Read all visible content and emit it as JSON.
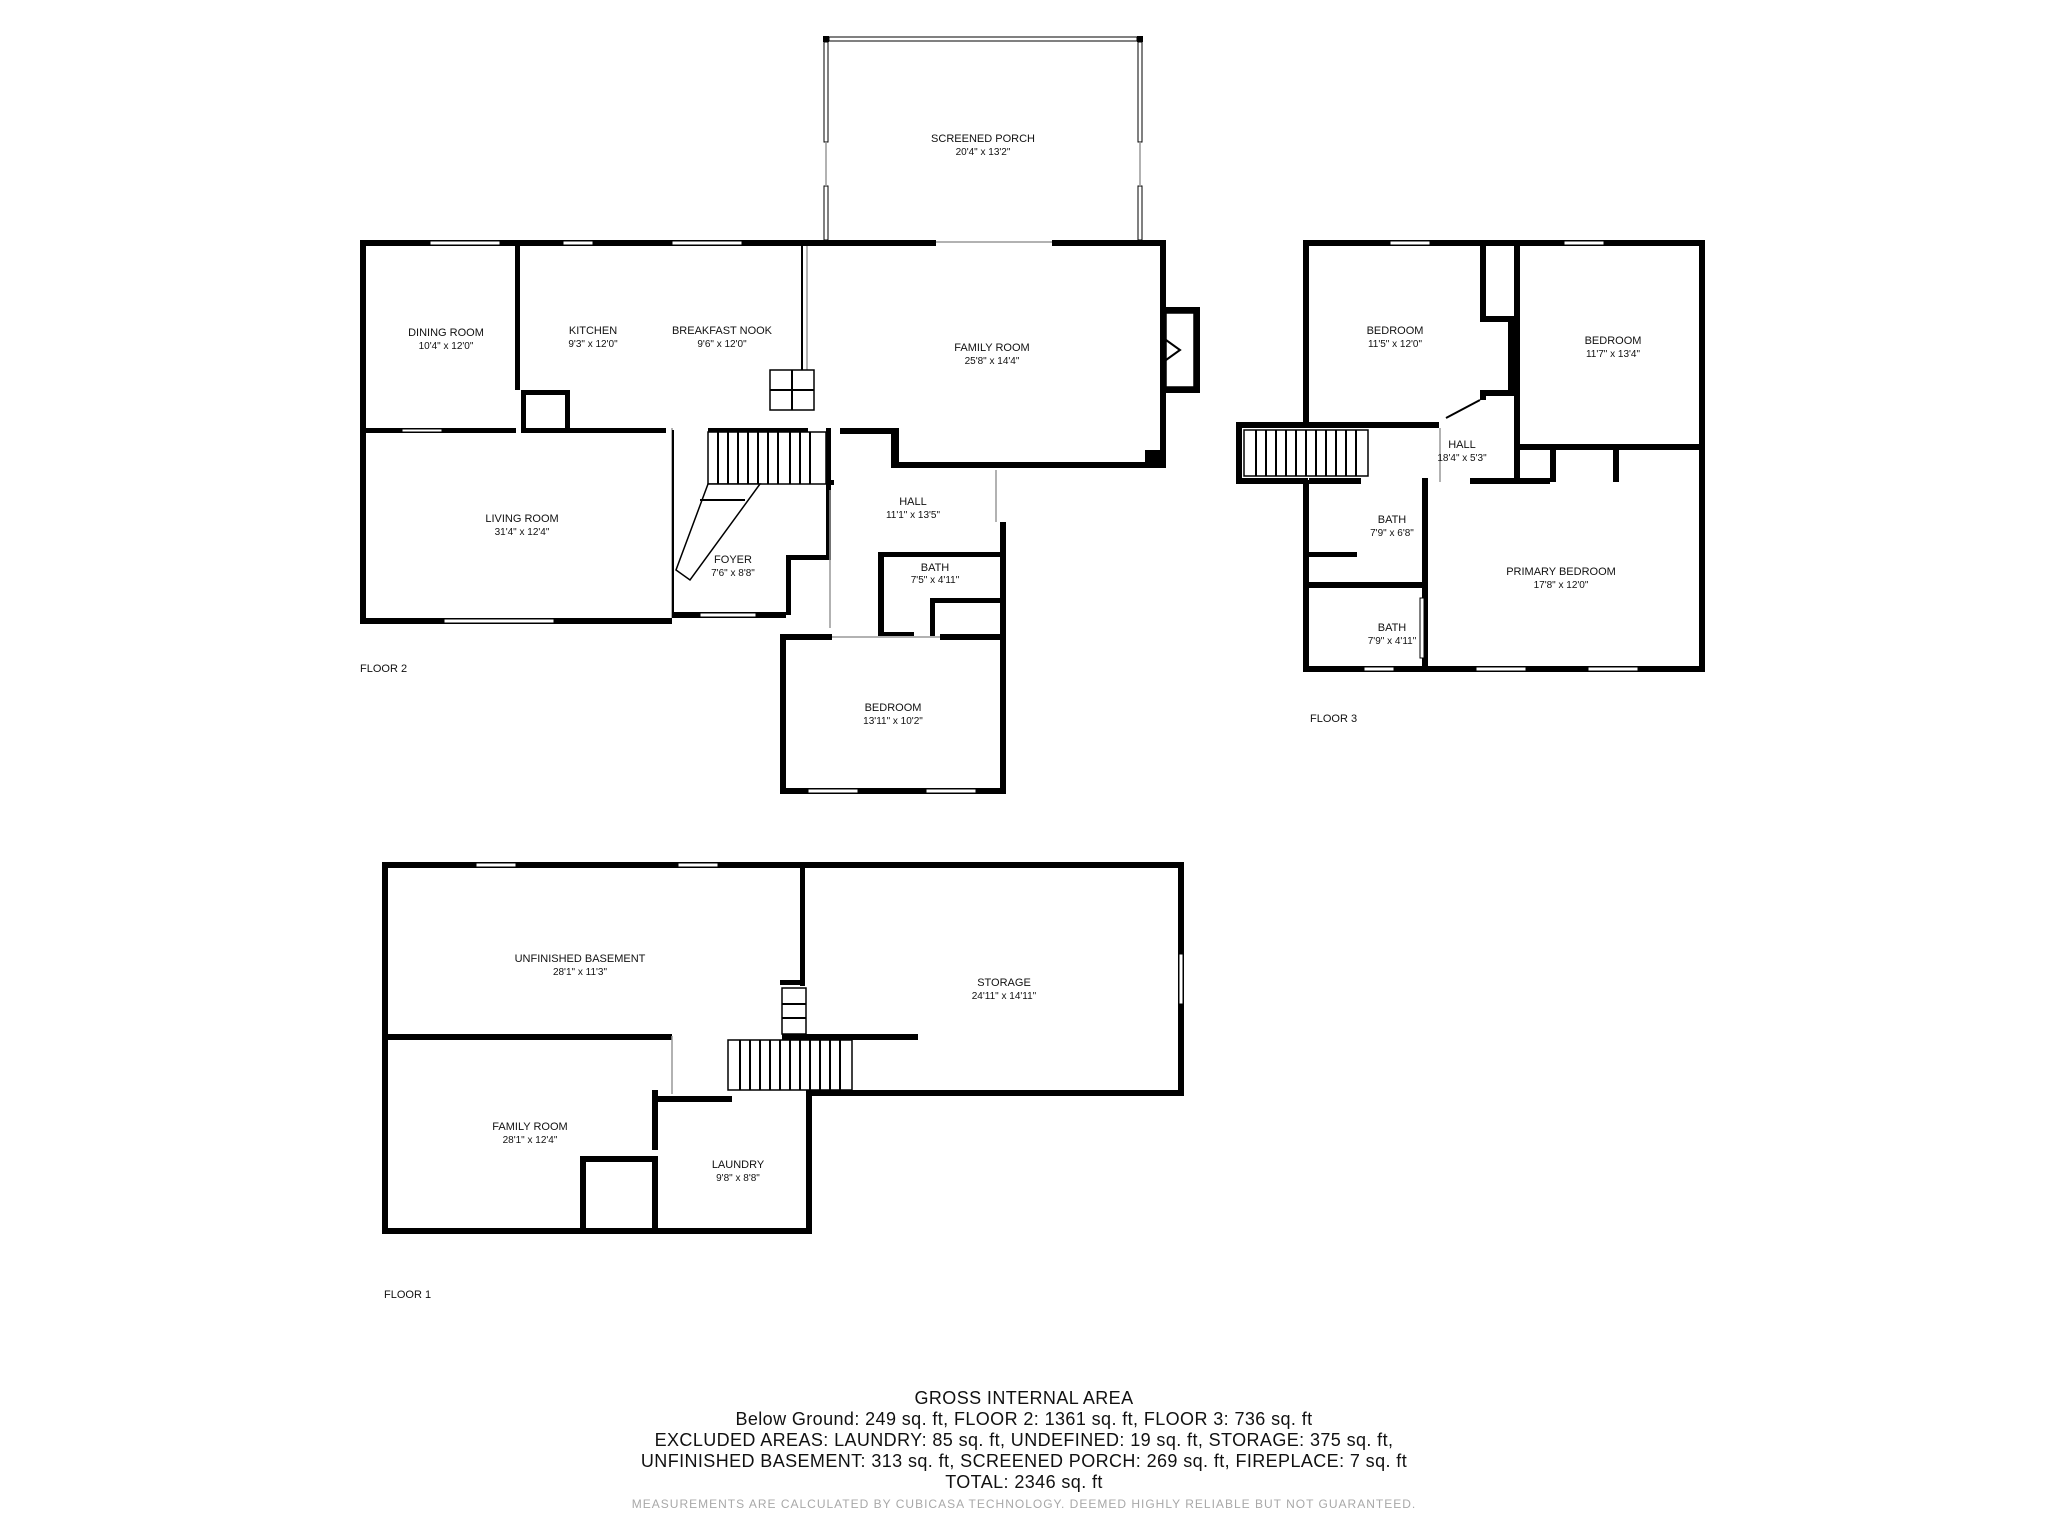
{
  "floors": {
    "floor2": {
      "label": "FLOOR 2",
      "rooms": {
        "screened_porch": {
          "name": "SCREENED PORCH",
          "dims": "20'4\" x 13'2\""
        },
        "dining_room": {
          "name": "DINING ROOM",
          "dims": "10'4\" x 12'0\""
        },
        "kitchen": {
          "name": "KITCHEN",
          "dims": "9'3\" x 12'0\""
        },
        "breakfast_nook": {
          "name": "BREAKFAST NOOK",
          "dims": "9'6\" x 12'0\""
        },
        "family_room": {
          "name": "FAMILY ROOM",
          "dims": "25'8\" x 14'4\""
        },
        "living_room": {
          "name": "LIVING ROOM",
          "dims": "31'4\" x 12'4\""
        },
        "hall": {
          "name": "HALL",
          "dims": "11'1\" x 13'5\""
        },
        "foyer": {
          "name": "FOYER",
          "dims": "7'6\" x 8'8\""
        },
        "bath": {
          "name": "BATH",
          "dims": "7'5\" x 4'11\""
        },
        "bedroom": {
          "name": "BEDROOM",
          "dims": "13'11\" x 10'2\""
        }
      }
    },
    "floor3": {
      "label": "FLOOR 3",
      "rooms": {
        "bedroom_a": {
          "name": "BEDROOM",
          "dims": "11'5\" x 12'0\""
        },
        "bedroom_b": {
          "name": "BEDROOM",
          "dims": "11'7\" x 13'4\""
        },
        "hall": {
          "name": "HALL",
          "dims": "18'4\" x 5'3\""
        },
        "bath_a": {
          "name": "BATH",
          "dims": "7'9\" x 6'8\""
        },
        "primary_bedroom": {
          "name": "PRIMARY BEDROOM",
          "dims": "17'8\" x 12'0\""
        },
        "bath_b": {
          "name": "BATH",
          "dims": "7'9\" x 4'11\""
        }
      }
    },
    "floor1": {
      "label": "FLOOR 1",
      "rooms": {
        "unfinished_basement": {
          "name": "UNFINISHED BASEMENT",
          "dims": "28'1\" x 11'3\""
        },
        "storage": {
          "name": "STORAGE",
          "dims": "24'11\" x 14'11\""
        },
        "family_room": {
          "name": "FAMILY ROOM",
          "dims": "28'1\" x 12'4\""
        },
        "laundry": {
          "name": "LAUNDRY",
          "dims": "9'8\" x 8'8\""
        }
      }
    }
  },
  "summary": {
    "title": "GROSS INTERNAL AREA",
    "line1": "Below Ground: 249 sq. ft, FLOOR 2: 1361 sq. ft, FLOOR 3: 736 sq. ft",
    "line2": "EXCLUDED AREAS: LAUNDRY: 85 sq. ft, UNDEFINED: 19 sq. ft, STORAGE: 375 sq. ft,",
    "line3": "UNFINISHED BASEMENT: 313 sq. ft, SCREENED PORCH: 269 sq. ft, FIREPLACE: 7 sq. ft",
    "total": "TOTAL: 2346 sq. ft",
    "disclaimer": "MEASUREMENTS ARE CALCULATED BY CUBICASA TECHNOLOGY. DEEMED HIGHLY RELIABLE BUT NOT GUARANTEED."
  }
}
